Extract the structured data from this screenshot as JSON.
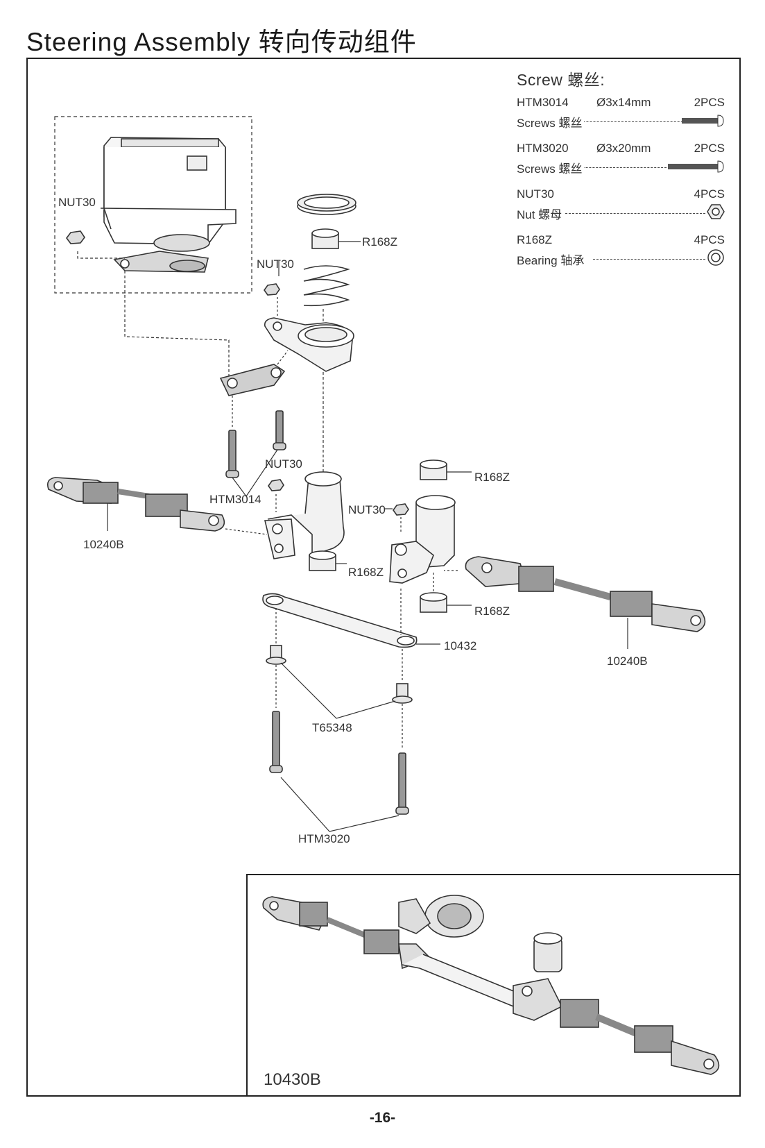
{
  "title": "Steering Assembly 转向传动组件",
  "legend": {
    "heading": "Screw 螺丝:",
    "items": [
      {
        "code": "HTM3014",
        "spec": "Ø3x14mm",
        "qty": "2PCS",
        "desc": "Screws 螺丝",
        "icon": "screw-14-icon"
      },
      {
        "code": "HTM3020",
        "spec": "Ø3x20mm",
        "qty": "2PCS",
        "desc": "Screws 螺丝",
        "icon": "screw-20-icon"
      },
      {
        "code": "NUT30",
        "spec": "",
        "qty": "4PCS",
        "desc": "Nut 螺母",
        "icon": "nut-icon"
      },
      {
        "code": "R168Z",
        "spec": "",
        "qty": "4PCS",
        "desc": "Bearing 轴承",
        "icon": "bearing-icon"
      }
    ]
  },
  "callouts": {
    "nut30_servo": "NUT30",
    "nut30_top": "NUT30",
    "r168z_top": "R168Z",
    "nut30_mid": "NUT30",
    "htm3014": "HTM3014",
    "r168z_right_top": "R168Z",
    "nut30_right": "NUT30",
    "link_left": "10240B",
    "r168z_mid": "R168Z",
    "r168z_right_bottom": "R168Z",
    "tie_bar": "10432",
    "link_right": "10240B",
    "bushing": "T65348",
    "htm3020": "HTM3020"
  },
  "assembly_code": "10430B",
  "page_number": "-16-"
}
